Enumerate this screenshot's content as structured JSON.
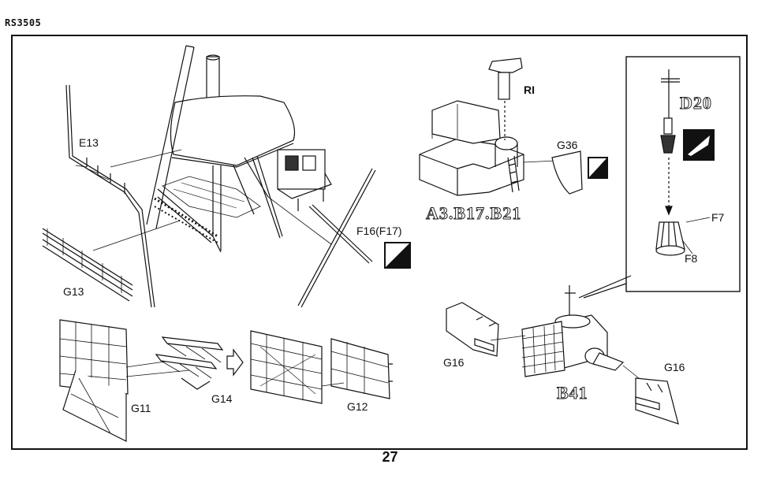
{
  "header": {
    "code": "RS3505"
  },
  "footer": {
    "page_number": "27"
  },
  "labels": {
    "e13": "E13",
    "g13": "G13",
    "ri": "RI",
    "g36": "G36",
    "a3_b17_b21": "A3.B17.B21",
    "f16_f17": "F16(F17)",
    "d20": "D20",
    "f7": "F7",
    "f8": "F8",
    "g11": "G11",
    "g14": "G14",
    "g12": "G12",
    "g16_left": "G16",
    "g16_right": "G16",
    "b41": "B41"
  }
}
